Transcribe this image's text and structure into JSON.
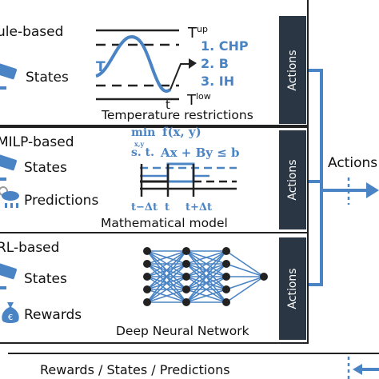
{
  "panels": [
    {
      "title": "ule-based",
      "inputs": [
        "States"
      ],
      "caption": "Temperature restrictions",
      "actions_label": "Actions",
      "temp": {
        "upper": "T",
        "upper_sup": "up",
        "lower": "T",
        "lower_sup": "low",
        "axis": "T",
        "time": "t",
        "options": [
          "1. CHP",
          "2. B",
          "3. IH"
        ]
      }
    },
    {
      "title": "MILP-based",
      "inputs": [
        "States",
        "Predictions"
      ],
      "caption": "Mathematical model",
      "actions_label": "Actions",
      "milp": {
        "min": "min",
        "f": "f(x, y)",
        "vars": "x,y",
        "st": "s. t.",
        "constraint": "Ax + By ≤ b",
        "ticks": [
          "t−Δt",
          "t",
          "t+Δt"
        ]
      }
    },
    {
      "title": "RL-based",
      "inputs": [
        "States",
        "Rewards"
      ],
      "caption": "Deep Neural Network",
      "actions_label": "Actions",
      "nn_layers": [
        5,
        5,
        5,
        1
      ]
    }
  ],
  "output_label": "Actions",
  "feedback_label": "Rewards / States / Predictions",
  "colors": {
    "accent": "#4a84c4",
    "dark": "#2b3644",
    "ink": "#222222"
  }
}
